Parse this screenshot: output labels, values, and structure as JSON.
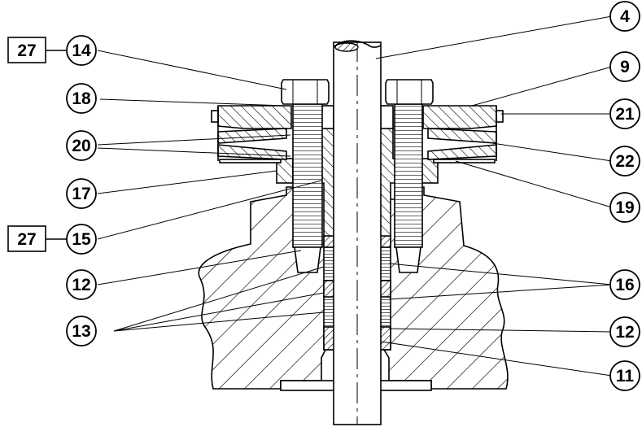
{
  "callouts_left": [
    {
      "id": "c14",
      "label": "14",
      "box": "27"
    },
    {
      "id": "c18",
      "label": "18"
    },
    {
      "id": "c20",
      "label": "20"
    },
    {
      "id": "c17",
      "label": "17"
    },
    {
      "id": "c15",
      "label": "15",
      "box": "27"
    },
    {
      "id": "c12a",
      "label": "12"
    },
    {
      "id": "c13",
      "label": "13"
    }
  ],
  "callouts_right": [
    {
      "id": "c4",
      "label": "4"
    },
    {
      "id": "c9",
      "label": "9"
    },
    {
      "id": "c21",
      "label": "21"
    },
    {
      "id": "c22",
      "label": "22"
    },
    {
      "id": "c19",
      "label": "19"
    },
    {
      "id": "c16",
      "label": "16"
    },
    {
      "id": "c12b",
      "label": "12"
    },
    {
      "id": "c11",
      "label": "11"
    }
  ]
}
